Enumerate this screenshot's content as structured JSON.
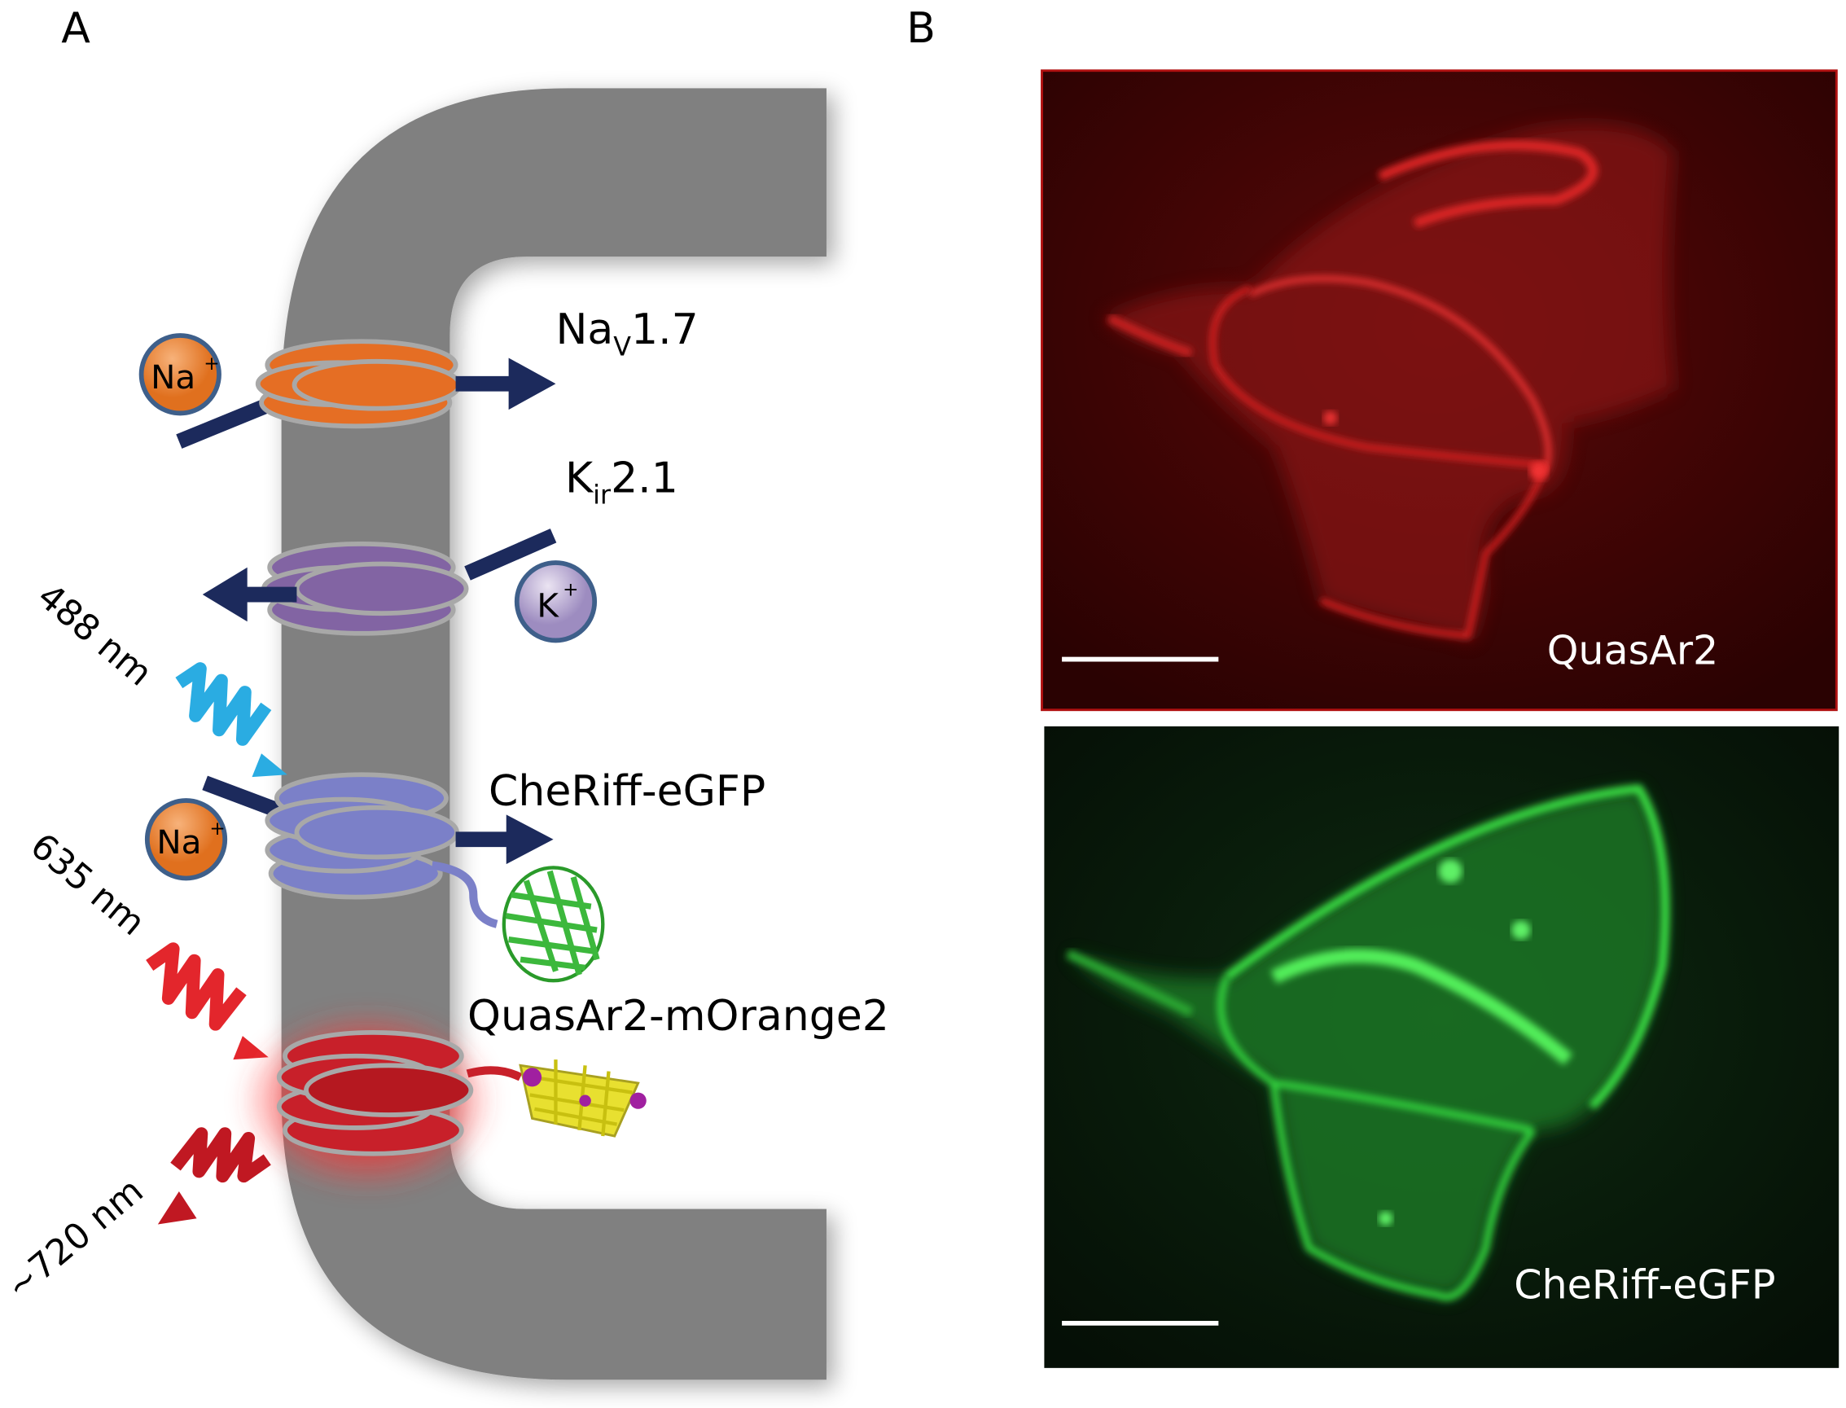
{
  "panel_a": {
    "label": "A",
    "channels": {
      "nav": {
        "name": "Na",
        "sub": "V",
        "suffix": "1.7",
        "ion": "Na",
        "ion_charge": "+",
        "color": "#e56e24"
      },
      "kir": {
        "name": "K",
        "sub": "ir",
        "suffix": "2.1",
        "ion": "K",
        "ion_charge": "+",
        "color": "#8264a3"
      },
      "cheriff": {
        "name": "CheRiff-eGFP",
        "ion": "Na",
        "ion_charge": "+",
        "color": "#7b80c8"
      },
      "quasar": {
        "name": "QuasAr2-mOrange2",
        "color": "#c8202a"
      }
    },
    "light": {
      "blue": "488 nm",
      "red": "635 nm",
      "emission": "~720 nm"
    }
  },
  "panel_b": {
    "label": "B",
    "images": [
      {
        "label": "QuasAr2",
        "color": "#e01818"
      },
      {
        "label": "CheRiff-eGFP",
        "color": "#2cd63a"
      }
    ]
  }
}
